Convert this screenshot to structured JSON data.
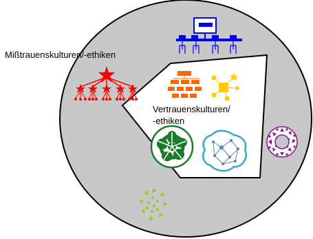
{
  "labels": {
    "outer": "Mißtrauenskulturen/-ethiken",
    "inner_line1": "Vertrauenskulturen/",
    "inner_line2": "-ethiken"
  },
  "colors": {
    "outer_circle": "#c8c8c8",
    "inner_field": "#ffffff",
    "hierarchy_red": "#ff0000",
    "network_blue": "#0000ff",
    "org_chart_orange": "#ff6600",
    "star_yellow": "#ffcc00",
    "green_cell": "#1a7a2a",
    "teal_cell": "#33aacc",
    "purple_ring": "#8a1a8a",
    "lime_cluster": "#99cc33"
  },
  "icons": [
    "bus-network-icon",
    "hierarchy-tree-icon",
    "org-chart-icon",
    "star-network-icon",
    "green-cell-icon",
    "neural-network-icon",
    "purple-ring-icon",
    "lime-cluster-icon"
  ]
}
